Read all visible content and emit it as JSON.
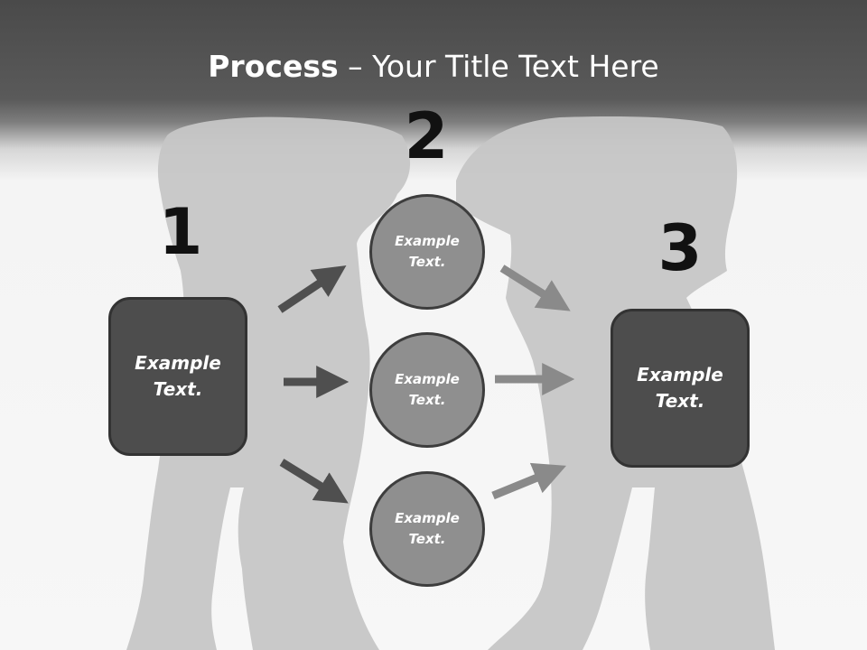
{
  "slide": {
    "title_bold": "Process",
    "title_rest": " – Your Title Text Here",
    "steps": {
      "one": {
        "number": "1",
        "text": "Example Text."
      },
      "two": {
        "number": "2"
      },
      "three": {
        "number": "3",
        "text": "Example Text."
      }
    },
    "circles": [
      {
        "text": "Example Text."
      },
      {
        "text": "Example Text."
      },
      {
        "text": "Example Text."
      }
    ]
  },
  "colors": {
    "header": "#4a4a4a",
    "box_fill": "#4d4d4d",
    "circle_fill": "#8f8f8f",
    "arrow_dark": "#4f4f4f",
    "arrow_light": "#8a8a8a",
    "silhouette": "#c8c8c8"
  }
}
